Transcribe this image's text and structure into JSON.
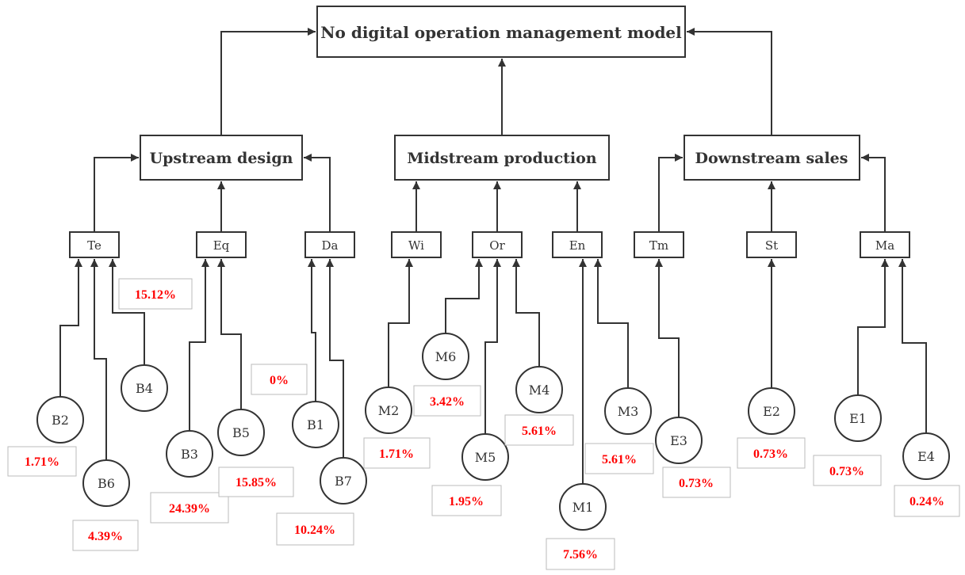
{
  "title": "No digital operation management model",
  "stages": [
    {
      "id": "upstream",
      "label": "Upstream design"
    },
    {
      "id": "midstream",
      "label": "Midstream production"
    },
    {
      "id": "downstream",
      "label": "Downstream sales"
    }
  ],
  "subcategories": [
    {
      "id": "Te",
      "label": "Te",
      "stage": "upstream"
    },
    {
      "id": "Eq",
      "label": "Eq",
      "stage": "upstream"
    },
    {
      "id": "Da",
      "label": "Da",
      "stage": "upstream"
    },
    {
      "id": "Wi",
      "label": "Wi",
      "stage": "midstream"
    },
    {
      "id": "Or",
      "label": "Or",
      "stage": "midstream"
    },
    {
      "id": "En",
      "label": "En",
      "stage": "midstream"
    },
    {
      "id": "Tm",
      "label": "Tm",
      "stage": "downstream"
    },
    {
      "id": "St",
      "label": "St",
      "stage": "downstream"
    },
    {
      "id": "Ma",
      "label": "Ma",
      "stage": "downstream"
    }
  ],
  "factors": [
    {
      "label": "B2",
      "parent": "Te",
      "percent": "1.71%"
    },
    {
      "label": "B6",
      "parent": "Te",
      "percent": "4.39%"
    },
    {
      "label": "B4",
      "parent": "Te",
      "percent": "15.12%"
    },
    {
      "label": "B3",
      "parent": "Eq",
      "percent": "24.39%"
    },
    {
      "label": "B5",
      "parent": "Eq",
      "percent": "15.85%"
    },
    {
      "label": "B1",
      "parent": "Da",
      "percent": "0%"
    },
    {
      "label": "B7",
      "parent": "Da",
      "percent": "10.24%"
    },
    {
      "label": "M2",
      "parent": "Wi",
      "percent": "1.71%"
    },
    {
      "label": "M6",
      "parent": "Or",
      "percent": "3.42%"
    },
    {
      "label": "M5",
      "parent": "Or",
      "percent": "1.95%"
    },
    {
      "label": "M4",
      "parent": "Or",
      "percent": "5.61%"
    },
    {
      "label": "M1",
      "parent": "En",
      "percent": "7.56%"
    },
    {
      "label": "M3",
      "parent": "En",
      "percent": "5.61%"
    },
    {
      "label": "E3",
      "parent": "Tm",
      "percent": "0.73%"
    },
    {
      "label": "E2",
      "parent": "St",
      "percent": "0.73%"
    },
    {
      "label": "E1",
      "parent": "Ma",
      "percent": "0.73%"
    },
    {
      "label": "E4",
      "parent": "Ma",
      "percent": "0.24%"
    }
  ]
}
